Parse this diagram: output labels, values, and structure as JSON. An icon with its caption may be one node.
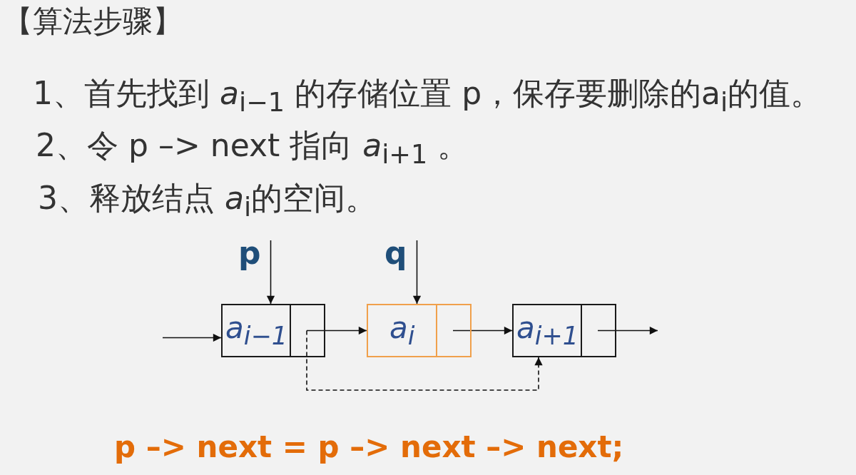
{
  "diagram": {
    "title": "【算法步骤】",
    "nodes": [
      {
        "text": [
          "p"
        ]
      },
      {
        "text": [
          "q"
        ]
      },
      {
        "text": [
          "a$_{i−1}$"
        ]
      },
      {
        "text": [],
        "shape": "box",
        "in": 2
      },
      {
        "text": [
          "a$_{i}$"
        ]
      },
      {
        "text": [],
        "shape": "box",
        "in": 4
      },
      {
        "text": [
          "a$_{i+1}$"
        ]
      },
      {
        "text": [],
        "shape": "box",
        "in": 6
      }
    ],
    "edges": [
      {
        "from": null,
        "to": 2,
        "arrow": "to"
      },
      {
        "from": 0,
        "to": 2,
        "arrow": "to"
      },
      {
        "from": 1,
        "to": 4,
        "arrow": "to"
      },
      {
        "from": 3,
        "to": 4,
        "arrow": "to"
      },
      {
        "from": 3,
        "to": 6,
        "arrow": "to",
        "style": "dashed"
      },
      {
        "from": 5,
        "to": 6,
        "arrow": "to"
      },
      {
        "from": 7,
        "to": null,
        "arrow": "to"
      }
    ],
    "labels": [
      "1、首先找到 *a*$_{i−1}$ 的存储位置 p，保存要删除的a$_{i}$的值。",
      "2、令 p –> next 指向 *a*$_{i+1}$ 。",
      "3、释放结点 *a*$_{i}$的空间。",
      "p –> next = p –> next –> next;"
    ]
  }
}
